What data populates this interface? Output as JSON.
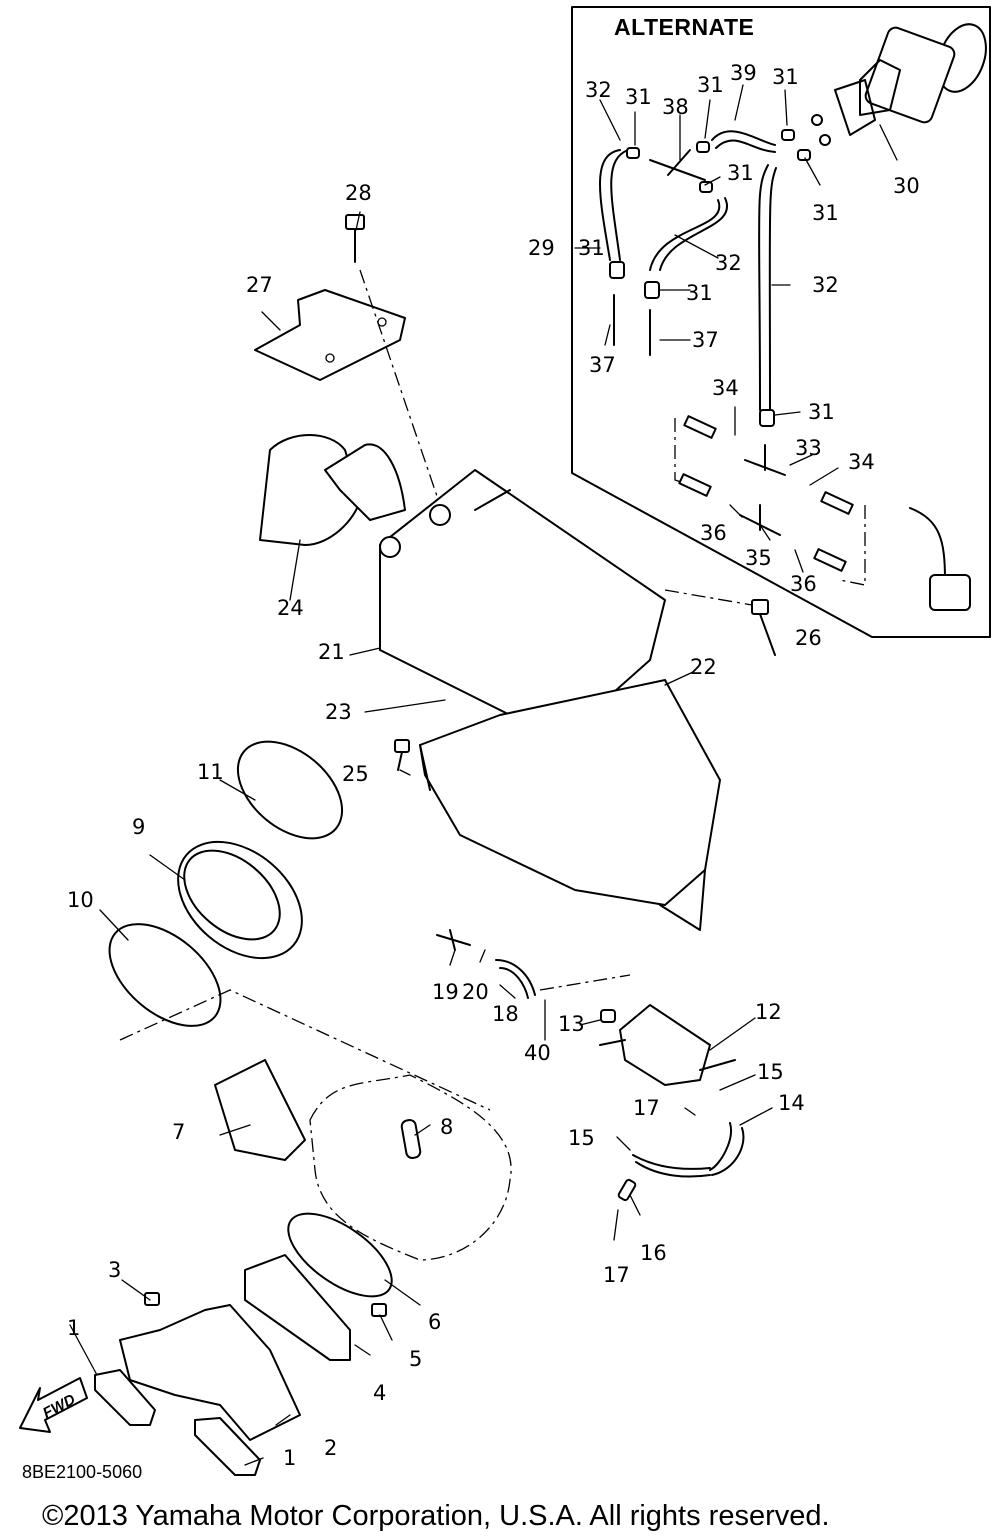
{
  "diagram": {
    "type": "exploded-parts-diagram",
    "alternate_box_title": "ALTERNATE",
    "diagram_code": "8BE2100-5060",
    "copyright": "©2013 Yamaha Motor Corporation, U.S.A. All rights reserved.",
    "direction_arrow_label": "FWD",
    "callouts": {
      "c1a": "1",
      "c1b": "1",
      "c2": "2",
      "c3": "3",
      "c4": "4",
      "c5": "5",
      "c6": "6",
      "c7": "7",
      "c8": "8",
      "c9": "9",
      "c10": "10",
      "c11": "11",
      "c12": "12",
      "c13": "13",
      "c14": "14",
      "c15a": "15",
      "c15b": "15",
      "c16": "16",
      "c17a": "17",
      "c17b": "17",
      "c18": "18",
      "c19": "19",
      "c20": "20",
      "c21": "21",
      "c22": "22",
      "c23": "23",
      "c24": "24",
      "c25": "25",
      "c26": "26",
      "c27": "27",
      "c28": "28",
      "c29": "29",
      "c30": "30",
      "c31a": "31",
      "c31b": "31",
      "c31c": "31",
      "c31d": "31",
      "c31e": "31",
      "c31f": "31",
      "c31g": "31",
      "c31h": "31",
      "c32a": "32",
      "c32b": "32",
      "c32c": "32",
      "c33": "33",
      "c34a": "34",
      "c34b": "34",
      "c35": "35",
      "c36a": "36",
      "c36b": "36",
      "c37a": "37",
      "c37b": "37",
      "c38": "38",
      "c39": "39",
      "c40": "40"
    }
  }
}
